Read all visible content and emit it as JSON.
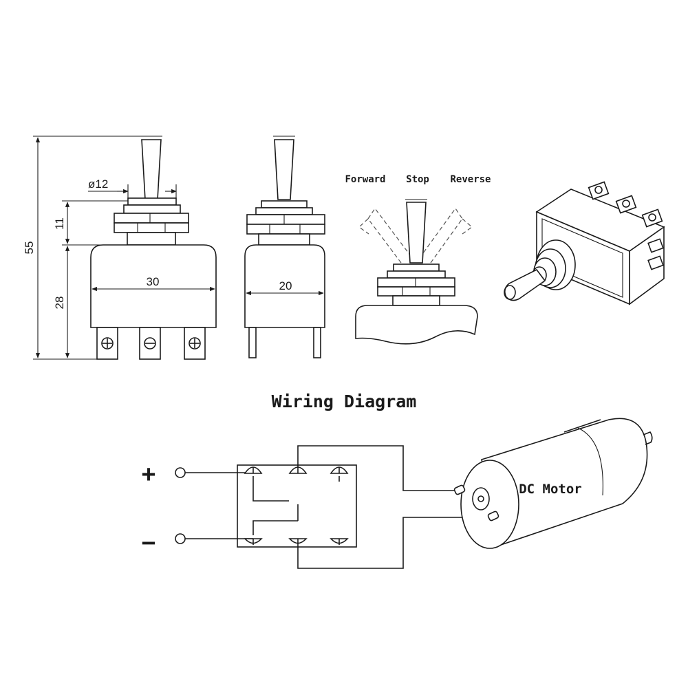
{
  "dimensions": {
    "overall_height": "55",
    "body_height": "28",
    "bushing_height": "11",
    "bushing_diameter": "ø12",
    "front_width": "30",
    "side_width": "20"
  },
  "positions": {
    "forward": "Forward",
    "stop": "Stop",
    "reverse": "Reverse"
  },
  "wiring": {
    "title": "Wiring Diagram",
    "plus": "+",
    "minus": "−",
    "motor_label": "DC Motor"
  }
}
